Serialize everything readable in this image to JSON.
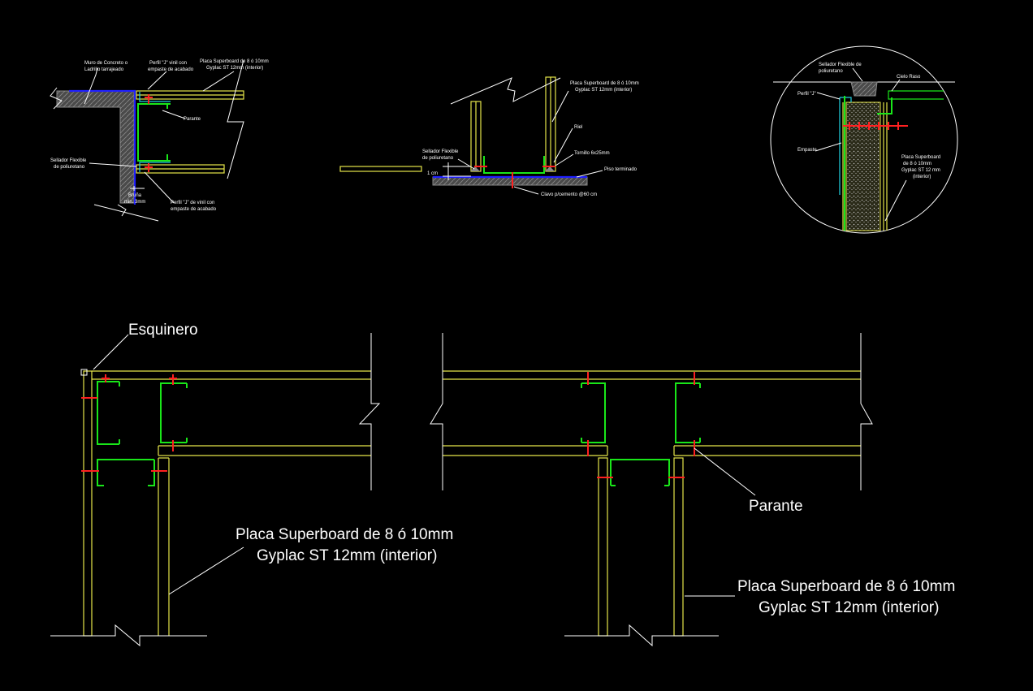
{
  "colors": {
    "background": "#000000",
    "text": "#ffffff",
    "board": "#e6e64a",
    "stud": "#19e619",
    "screw": "#ff2020",
    "sealant_line": "#2020ff",
    "profile_j": "#20d0e0",
    "concrete": "#8a8a8a"
  },
  "detail1": {
    "muro": "Muro de Concreto o",
    "muro2": "Ladrillo tarrajeado",
    "perfil_j_top": "Perfil \"J\" vinil con",
    "perfil_j_top2": "empaste de acabado",
    "placa": "Placa Superboard de 8 ó 10mm",
    "placa2": "Gyplac ST 12mm (interior)",
    "parante": "Parante",
    "sellador": "Sellador Flexible",
    "sellador2": "de poliuretano",
    "bruna": "Bruña",
    "bruna2": "min. 3mm",
    "perfil_j_bot": "Perfil \"J\" de vinil con",
    "perfil_j_bot2": "empaste de acabado"
  },
  "detail2": {
    "placa": "Placa Superboard de 8 ó 10mm",
    "placa2": "Gyplac ST 12mm (interior)",
    "riel": "Riel",
    "tornillo": "Tornillo 6x25mm",
    "piso": "Piso terminado",
    "sellador": "Sellador Flexible",
    "sellador2": "de poliuretano",
    "cm": "1 cm",
    "clavo": "Clavo p/cemento @60 cm"
  },
  "detail3": {
    "sellador": "Sellador Flexible de",
    "sellador2": "poliuretano",
    "cielo": "Cielo Raso",
    "perfil_j": "Perfil \"J\"",
    "empaste": "Empaste",
    "placa": "Placa Superboard",
    "placa2": "de 8 ó 10mm",
    "placa3": "Gyplac ST 12 mm",
    "placa4": "(interior)"
  },
  "plan1": {
    "esquinero": "Esquinero",
    "placa": "Placa Superboard de 8 ó 10mm",
    "placa2": "Gyplac ST 12mm (interior)"
  },
  "plan2": {
    "parante": "Parante",
    "placa": "Placa Superboard de 8 ó 10mm",
    "placa2": "Gyplac ST 12mm (interior)"
  }
}
